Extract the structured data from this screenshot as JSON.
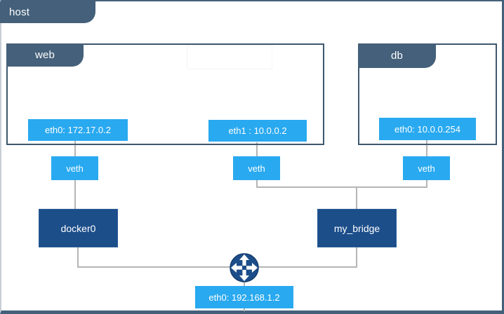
{
  "diagram": {
    "host": {
      "label": "host",
      "interface": {
        "label": "eth0: 192.168.1.2"
      }
    },
    "containers": {
      "web": {
        "label": "web",
        "eth0": {
          "label": "eth0: 172.17.0.2"
        },
        "eth1": {
          "label": "eth1 : 10.0.0.2"
        }
      },
      "db": {
        "label": "db",
        "eth0": {
          "label": "eth0: 10.0.0.254"
        }
      }
    },
    "veth": {
      "label": "veth"
    },
    "bridges": {
      "docker0": {
        "label": "docker0"
      },
      "my_bridge": {
        "label": "my_bridge"
      }
    }
  },
  "colors": {
    "slate": "#44607a",
    "bright_blue": "#29a9f0",
    "navy": "#1c4e8a",
    "connector_gray": "#b5b5b5"
  }
}
